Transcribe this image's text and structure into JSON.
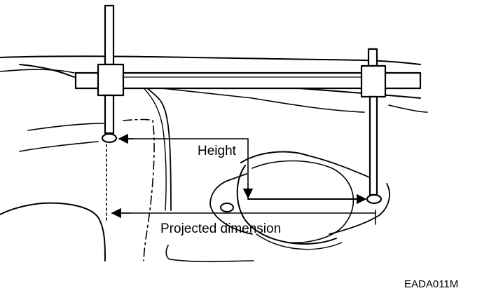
{
  "figure": {
    "labels": {
      "height": "Height",
      "projected_dimension": "Projected dimension"
    },
    "figure_code": "EADA011M",
    "colors": {
      "ink": "#000000",
      "background": "#ffffff"
    }
  }
}
